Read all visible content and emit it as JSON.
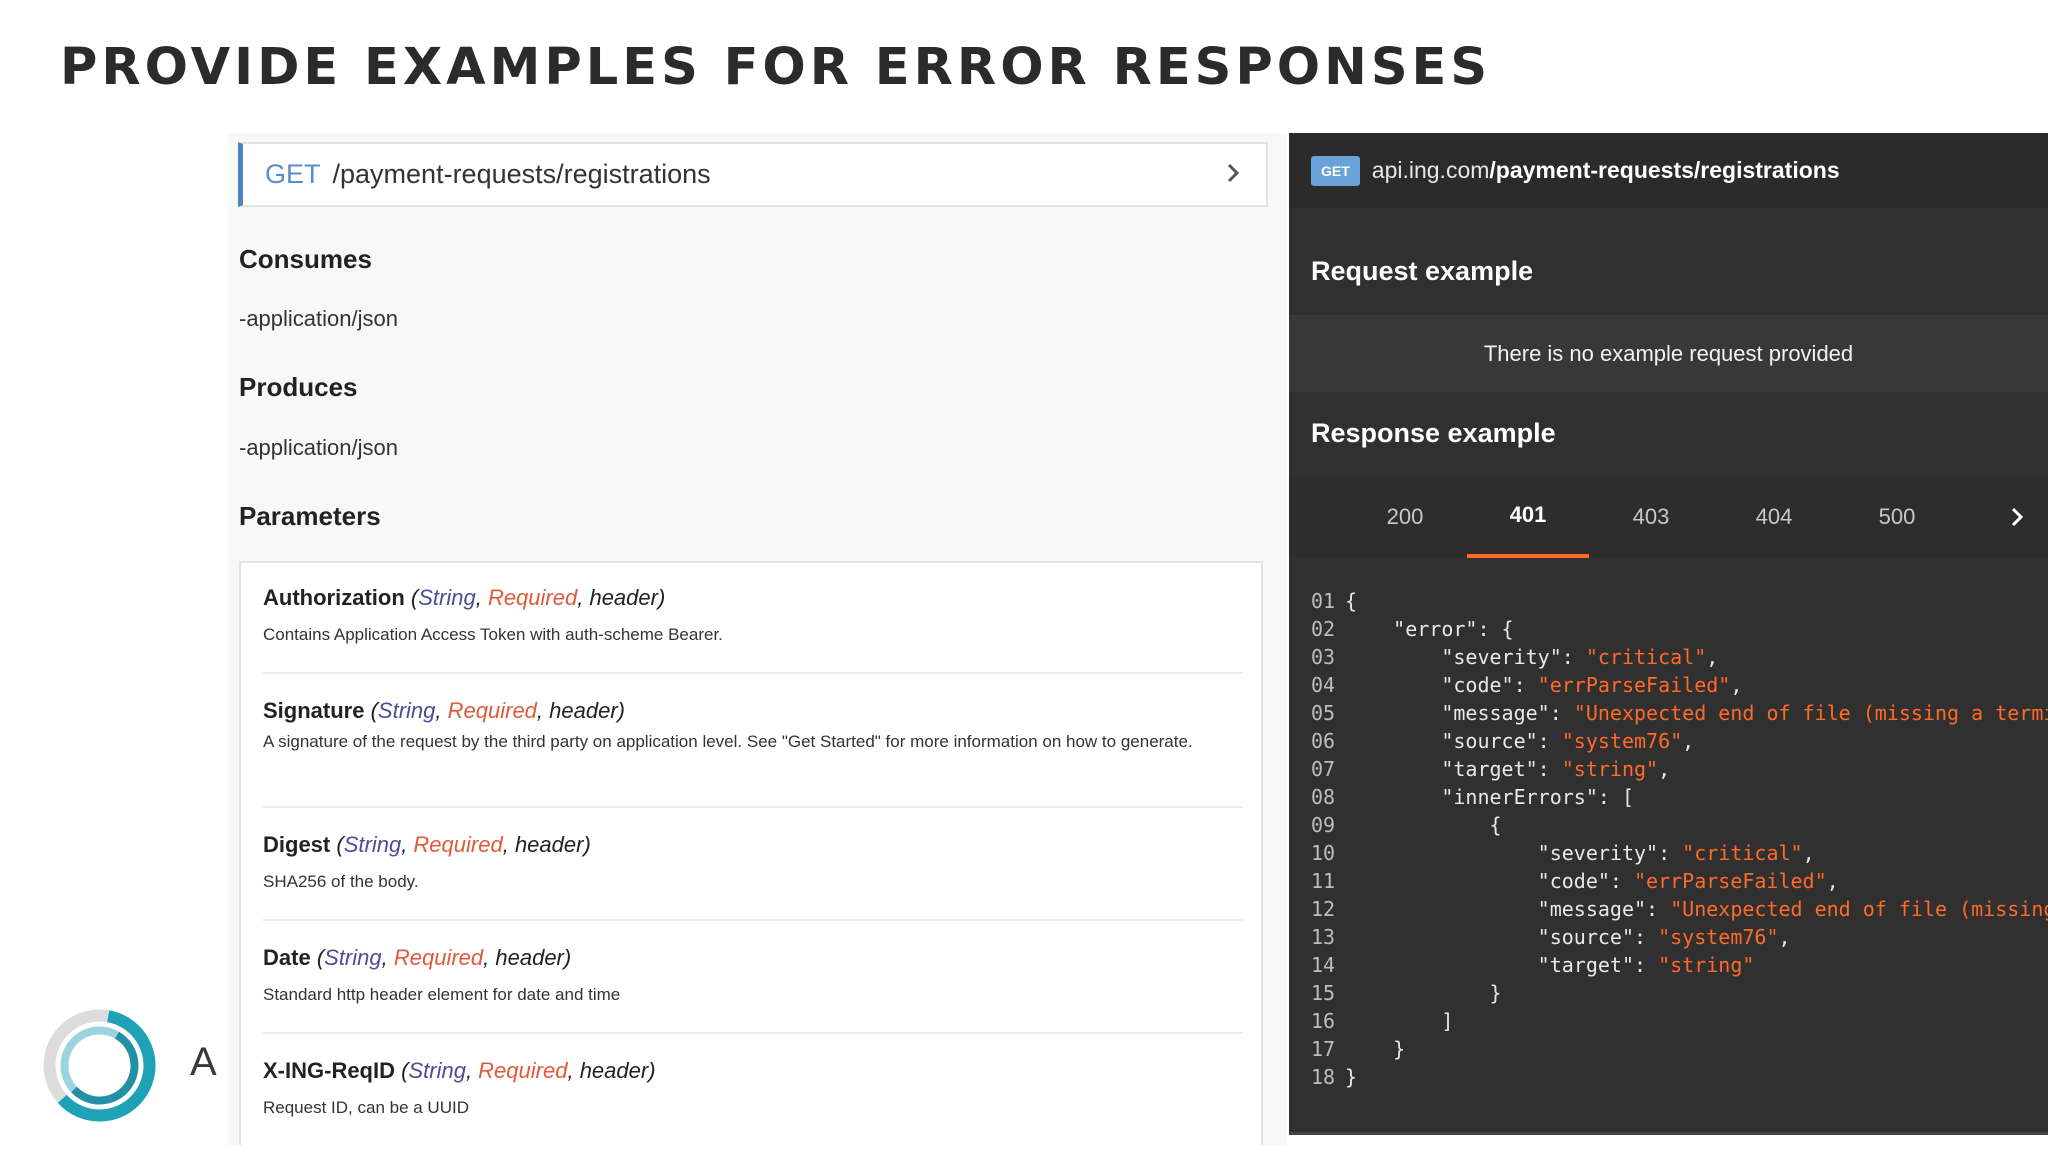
{
  "slide": {
    "title": "PROVIDE EXAMPLES FOR ERROR RESPONSES",
    "logo_text": "A"
  },
  "endpoint": {
    "method": "GET",
    "path": "/payment-requests/registrations"
  },
  "consumes": {
    "heading": "Consumes",
    "value": "-application/json"
  },
  "produces": {
    "heading": "Produces",
    "value": "-application/json"
  },
  "parameters": {
    "heading": "Parameters",
    "items": [
      {
        "name": "Authorization",
        "type": "String",
        "required": "Required",
        "location": "header",
        "description": "Contains Application Access Token with auth-scheme Bearer."
      },
      {
        "name": "Signature",
        "type": "String",
        "required": "Required",
        "location": "header",
        "description": "A signature of the request by the third party on application level. See \"Get Started\" for more information on how to generate."
      },
      {
        "name": "Digest",
        "type": "String",
        "required": "Required",
        "location": "header",
        "description": "SHA256 of the body."
      },
      {
        "name": "Date",
        "type": "String",
        "required": "Required",
        "location": "header",
        "description": "Standard http header element for date and time"
      },
      {
        "name": "X-ING-ReqID",
        "type": "String",
        "required": "Required",
        "location": "header",
        "description": "Request ID, can be a UUID"
      }
    ]
  },
  "right_panel": {
    "badge": "GET",
    "url_host": "api.ing.com",
    "url_path": "/payment-requests/registrations",
    "request_heading": "Request example",
    "no_request": "There is no example request provided",
    "response_heading": "Response example",
    "tabs": [
      "200",
      "401",
      "403",
      "404",
      "500"
    ],
    "active_tab": "401"
  },
  "code_lines": [
    {
      "n": "01",
      "parts": [
        [
          "p",
          "{"
        ]
      ]
    },
    {
      "n": "02",
      "parts": [
        [
          "p",
          "    \"error\": {"
        ]
      ]
    },
    {
      "n": "03",
      "parts": [
        [
          "p",
          "        \"severity\": "
        ],
        [
          "s",
          "\"critical\""
        ],
        [
          "p",
          ","
        ]
      ]
    },
    {
      "n": "04",
      "parts": [
        [
          "p",
          "        \"code\": "
        ],
        [
          "s",
          "\"errParseFailed\""
        ],
        [
          "p",
          ","
        ]
      ]
    },
    {
      "n": "05",
      "parts": [
        [
          "p",
          "        \"message\": "
        ],
        [
          "s",
          "\"Unexpected end of file (missing a termin"
        ]
      ]
    },
    {
      "n": "06",
      "parts": [
        [
          "p",
          "        \"source\": "
        ],
        [
          "s",
          "\"system76\""
        ],
        [
          "p",
          ","
        ]
      ]
    },
    {
      "n": "07",
      "parts": [
        [
          "p",
          "        \"target\": "
        ],
        [
          "s",
          "\"string\""
        ],
        [
          "p",
          ","
        ]
      ]
    },
    {
      "n": "08",
      "parts": [
        [
          "p",
          "        \"innerErrors\": ["
        ]
      ]
    },
    {
      "n": "09",
      "parts": [
        [
          "p",
          "            {"
        ]
      ]
    },
    {
      "n": "10",
      "parts": [
        [
          "p",
          "                \"severity\": "
        ],
        [
          "s",
          "\"critical\""
        ],
        [
          "p",
          ","
        ]
      ]
    },
    {
      "n": "11",
      "parts": [
        [
          "p",
          "                \"code\": "
        ],
        [
          "s",
          "\"errParseFailed\""
        ],
        [
          "p",
          ","
        ]
      ]
    },
    {
      "n": "12",
      "parts": [
        [
          "p",
          "                \"message\": "
        ],
        [
          "s",
          "\"Unexpected end of file (missing"
        ]
      ]
    },
    {
      "n": "13",
      "parts": [
        [
          "p",
          "                \"source\": "
        ],
        [
          "s",
          "\"system76\""
        ],
        [
          "p",
          ","
        ]
      ]
    },
    {
      "n": "14",
      "parts": [
        [
          "p",
          "                \"target\": "
        ],
        [
          "s",
          "\"string\""
        ]
      ]
    },
    {
      "n": "15",
      "parts": [
        [
          "p",
          "            }"
        ]
      ]
    },
    {
      "n": "16",
      "parts": [
        [
          "p",
          "        ]"
        ]
      ]
    },
    {
      "n": "17",
      "parts": [
        [
          "p",
          "    }"
        ]
      ]
    },
    {
      "n": "18",
      "parts": [
        [
          "p",
          "}"
        ]
      ]
    }
  ],
  "colors": {
    "accent_orange": "#ff6a28",
    "get_blue": "#5b8cc7",
    "type_purple": "#4b4d96",
    "required_red": "#e05a3a",
    "dark_panel": "#303030"
  }
}
